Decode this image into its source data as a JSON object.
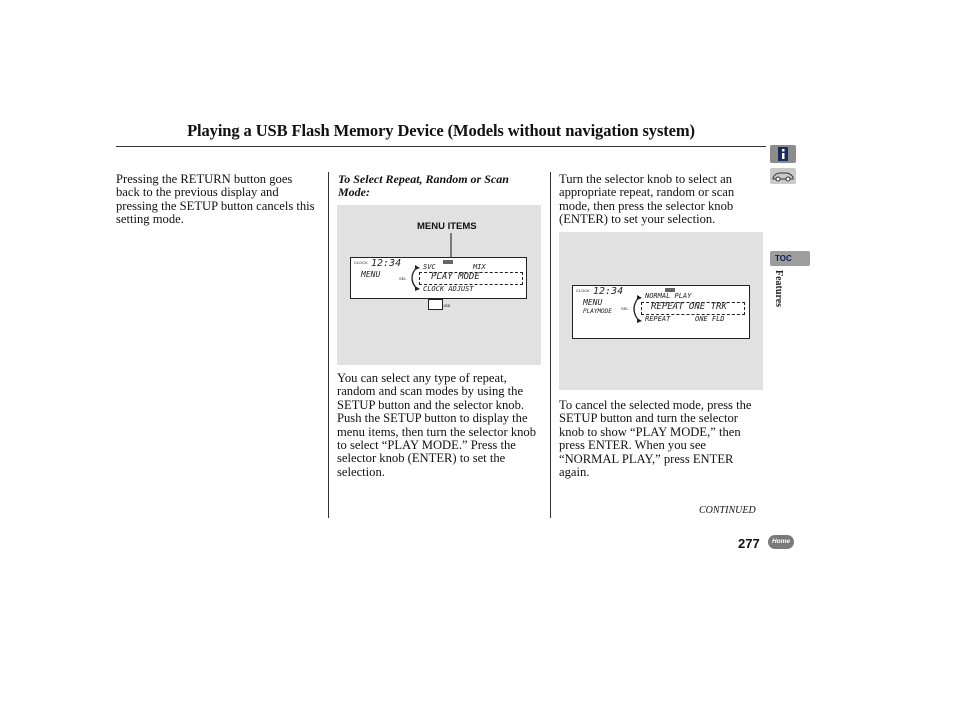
{
  "page": {
    "title": "Playing a USB Flash Memory Device (Models without navigation system)",
    "page_number": "277",
    "continued": "CONTINUED"
  },
  "col1": {
    "paragraph": "Pressing the RETURN button goes back to the previous display and pressing the SETUP button cancels this setting mode."
  },
  "col2": {
    "heading": "To Select Repeat, Random or Scan Mode:",
    "figure": {
      "callout": "MENU ITEMS",
      "clock_label": "CLOCK",
      "time": "12:34",
      "mode": "MENU",
      "sel_label": "SEL",
      "items": [
        "SVC",
        "PLAY MODE",
        "CLOCK ADJUST"
      ],
      "extra": "MIX",
      "indicator": "USB"
    },
    "paragraph": "You can select any type of repeat, random and scan modes by using the SETUP button and the selector knob. Push the SETUP button to display the menu items, then turn the selector knob to select “PLAY MODE.” Press the selector knob (ENTER) to set the selection."
  },
  "col3": {
    "paragraph1": "Turn the selector knob to select an appropriate repeat, random or scan mode, then press the selector knob (ENTER) to set your selection.",
    "figure": {
      "clock_label": "CLOCK",
      "time": "12:34",
      "mode": "MENU",
      "submode": "PLAYMODE",
      "sel_label": "SEL",
      "items": [
        "NORMAL PLAY",
        "REPEAT ONE TRK",
        "REPEAT",
        "ONE FLD"
      ]
    },
    "paragraph2": "To cancel the selected mode, press the SETUP button and turn the selector knob to show “PLAY MODE,” then press ENTER. When you see “NORMAL PLAY,” press ENTER again."
  },
  "sidebar": {
    "info_icon": "info-icon",
    "car_icon": "car-icon",
    "toc_label": "TOC",
    "section_label": "Features",
    "home_label": "Home"
  }
}
